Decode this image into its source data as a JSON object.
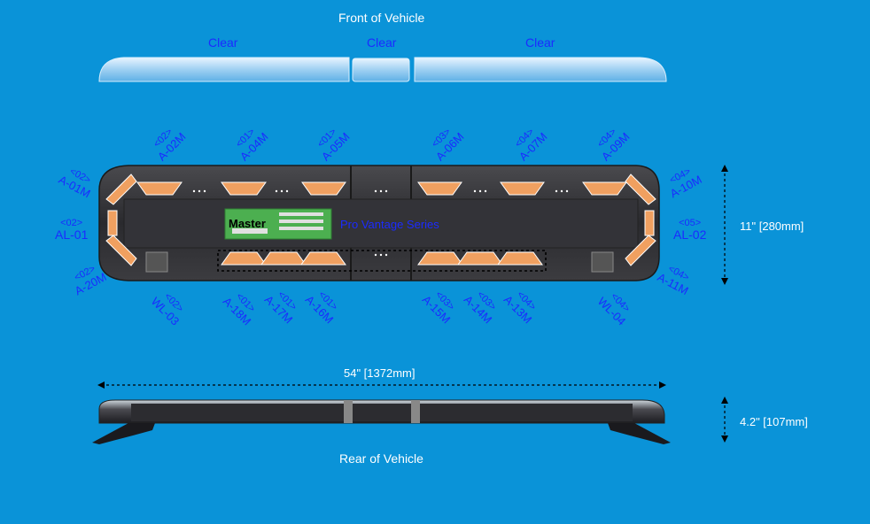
{
  "header": {
    "front_label": "Front of Vehicle",
    "rear_label": "Rear of Vehicle"
  },
  "lenses": [
    "Clear",
    "Clear",
    "Clear"
  ],
  "board": {
    "master_label": "Master",
    "series_label": "Pro Vantage Series"
  },
  "dimensions": {
    "length": "54\" [1372mm]",
    "depth": "11\" [280mm]",
    "height": "4.2\" [107mm]"
  },
  "modules": {
    "a02m": {
      "group": "<02>",
      "code": "A-02M"
    },
    "a04m": {
      "group": "<01>",
      "code": "A-04M"
    },
    "a05m": {
      "group": "<01>",
      "code": "A-05M"
    },
    "a06m": {
      "group": "<03>",
      "code": "A-06M"
    },
    "a07m": {
      "group": "<04>",
      "code": "A-07M"
    },
    "a09m": {
      "group": "<04>",
      "code": "A-09M"
    },
    "a01m": {
      "group": "<02>",
      "code": "A-01M"
    },
    "a10m": {
      "group": "<04>",
      "code": "A-10M"
    },
    "al01": {
      "group": "<02>",
      "code": "AL-01"
    },
    "al02": {
      "group": "<05>",
      "code": "AL-02"
    },
    "a20m": {
      "group": "<02>",
      "code": "A-20M"
    },
    "a11m": {
      "group": "<04>",
      "code": "A-11M"
    },
    "wl03": {
      "group": "<02>",
      "code": "WL-03"
    },
    "a18m": {
      "group": "<01>",
      "code": "A-18M"
    },
    "a17m": {
      "group": "<01>",
      "code": "A-17M"
    },
    "a16m": {
      "group": "<01>",
      "code": "A-16M"
    },
    "a15m": {
      "group": "<03>",
      "code": "A-15M"
    },
    "a14m": {
      "group": "<03>",
      "code": "A-14M"
    },
    "a13m": {
      "group": "<04>",
      "code": "A-13M"
    },
    "wl04": {
      "group": "<04>",
      "code": "WL-04"
    }
  },
  "colors": {
    "background": "#0a93d8",
    "label_blue": "#1b2bff",
    "led_amber": "#f0a060"
  }
}
